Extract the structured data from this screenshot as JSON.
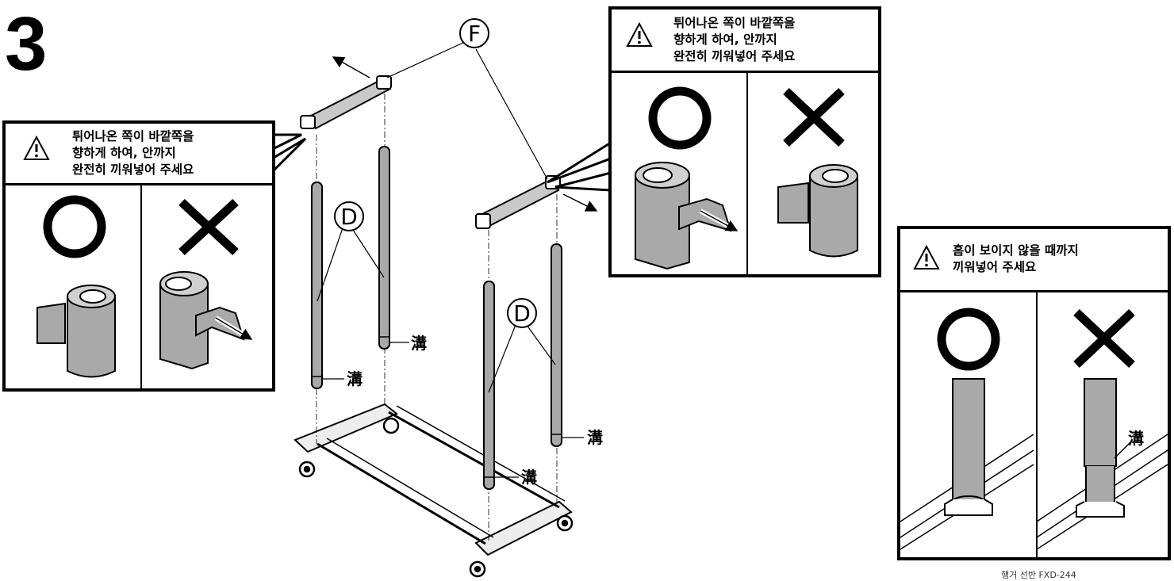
{
  "step_number": "3",
  "part_labels": {
    "F": "F",
    "D": "D"
  },
  "groove_label": "溝",
  "panels": {
    "left": {
      "warning": "튀어나온 쪽이 바깥쪽을\n향하게 하여, 안까지\n완전히 끼워넣어 주세요",
      "correct_mark": "O",
      "incorrect_mark": "X"
    },
    "top_right": {
      "warning": "튀어나온 쪽이 바깥쪽을\n향하게 하여, 안까지\n완전히 끼워넣어 주세요",
      "correct_mark": "O",
      "incorrect_mark": "X"
    },
    "bottom_right": {
      "warning": "홈이 보이지 않을 때까지\n끼워넣어 주세요",
      "correct_mark": "O",
      "incorrect_mark": "X"
    }
  },
  "footer_text": "행거 선반 FXD-244",
  "icons": [
    "warning-triangle-icon",
    "arrow-icon",
    "circle-o-icon",
    "cross-x-icon"
  ]
}
